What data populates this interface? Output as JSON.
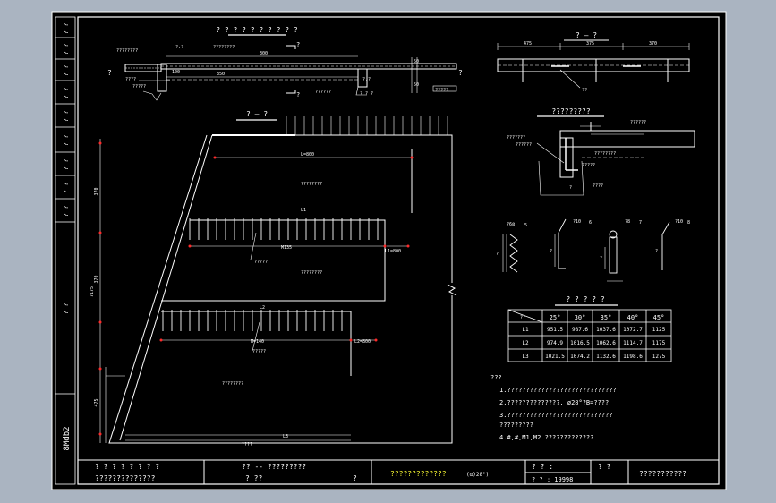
{
  "side_strip": {
    "cells": [
      "? ?",
      "? ?",
      "? ?",
      "? ?",
      "? ?",
      "? ?",
      "? ?",
      "? ?",
      "? ?",
      "? ?"
    ],
    "code": "8Mdb2"
  },
  "main_plan": {
    "title": "? ? ? ? ? ? ? ? ? ?",
    "cut_label": "? — ?",
    "labels": [
      "????????",
      "????????",
      "????????"
    ],
    "edge_labels": {
      "top": "L=800",
      "mid": "L1",
      "lower": "L2",
      "bottom": "L3"
    },
    "dim_labels": [
      "M135",
      "L1=800",
      "L2=800",
      "M=140",
      "?????",
      "?????",
      "????"
    ],
    "vertical_dims": [
      "370",
      "370",
      "7175",
      "475"
    ]
  },
  "section_top_left": {
    "labels": [
      "????????",
      "????????",
      "??????",
      "????",
      "?????",
      "? ? ?",
      "?????",
      "?.?",
      "?.?"
    ],
    "dims": [
      "300",
      "350",
      "50",
      "50",
      "100"
    ]
  },
  "section_top_right": {
    "title": "? — ?",
    "dims": [
      "475",
      "375",
      "370"
    ],
    "label": "??"
  },
  "detail": {
    "title": "?????????",
    "labels": [
      "??????",
      "???????",
      "??????",
      "????????",
      "????",
      "?????",
      "?"
    ]
  },
  "rebar_shapes": [
    {
      "tag": "?6@",
      "num": "5",
      "note": "?"
    },
    {
      "tag": "?10",
      "num": "6",
      "note": "?"
    },
    {
      "tag": "?8",
      "num": "7",
      "note": "?"
    },
    {
      "tag": "?10",
      "num": "8",
      "note": "?"
    }
  ],
  "table": {
    "title": "? ? ? ? ?",
    "header": [
      "??",
      "25°",
      "30°",
      "35°",
      "40°",
      "45°"
    ],
    "rows": [
      [
        "L1",
        "951.5",
        "987.6",
        "1037.6",
        "1072.7",
        "1125"
      ],
      [
        "L2",
        "974.9",
        "1016.5",
        "1062.6",
        "1114.7",
        "1175"
      ],
      [
        "L3",
        "1021.5",
        "1074.2",
        "1132.6",
        "1198.6",
        "1275"
      ]
    ]
  },
  "notes": {
    "heading": "???",
    "lines": [
      "1.?????????????????????????????",
      "2.??????????????,   ø28°?B=????",
      "3.????????????????????????????",
      "  ?????????",
      "4.#,#,M1,M2        ?????????????"
    ]
  },
  "title_block": {
    "c1a": "? ? ? ? ? ? ? ?",
    "c1b": "??????????????",
    "c2a": "?? -- ?????????",
    "c2b": "?          ??",
    "c2c": "?",
    "c3a": "?????????????",
    "c3b": "(α)28°)",
    "c4a": "? ? :",
    "c4b": "? ? : 19998",
    "c5": "?   ?",
    "c6": "???????????"
  }
}
